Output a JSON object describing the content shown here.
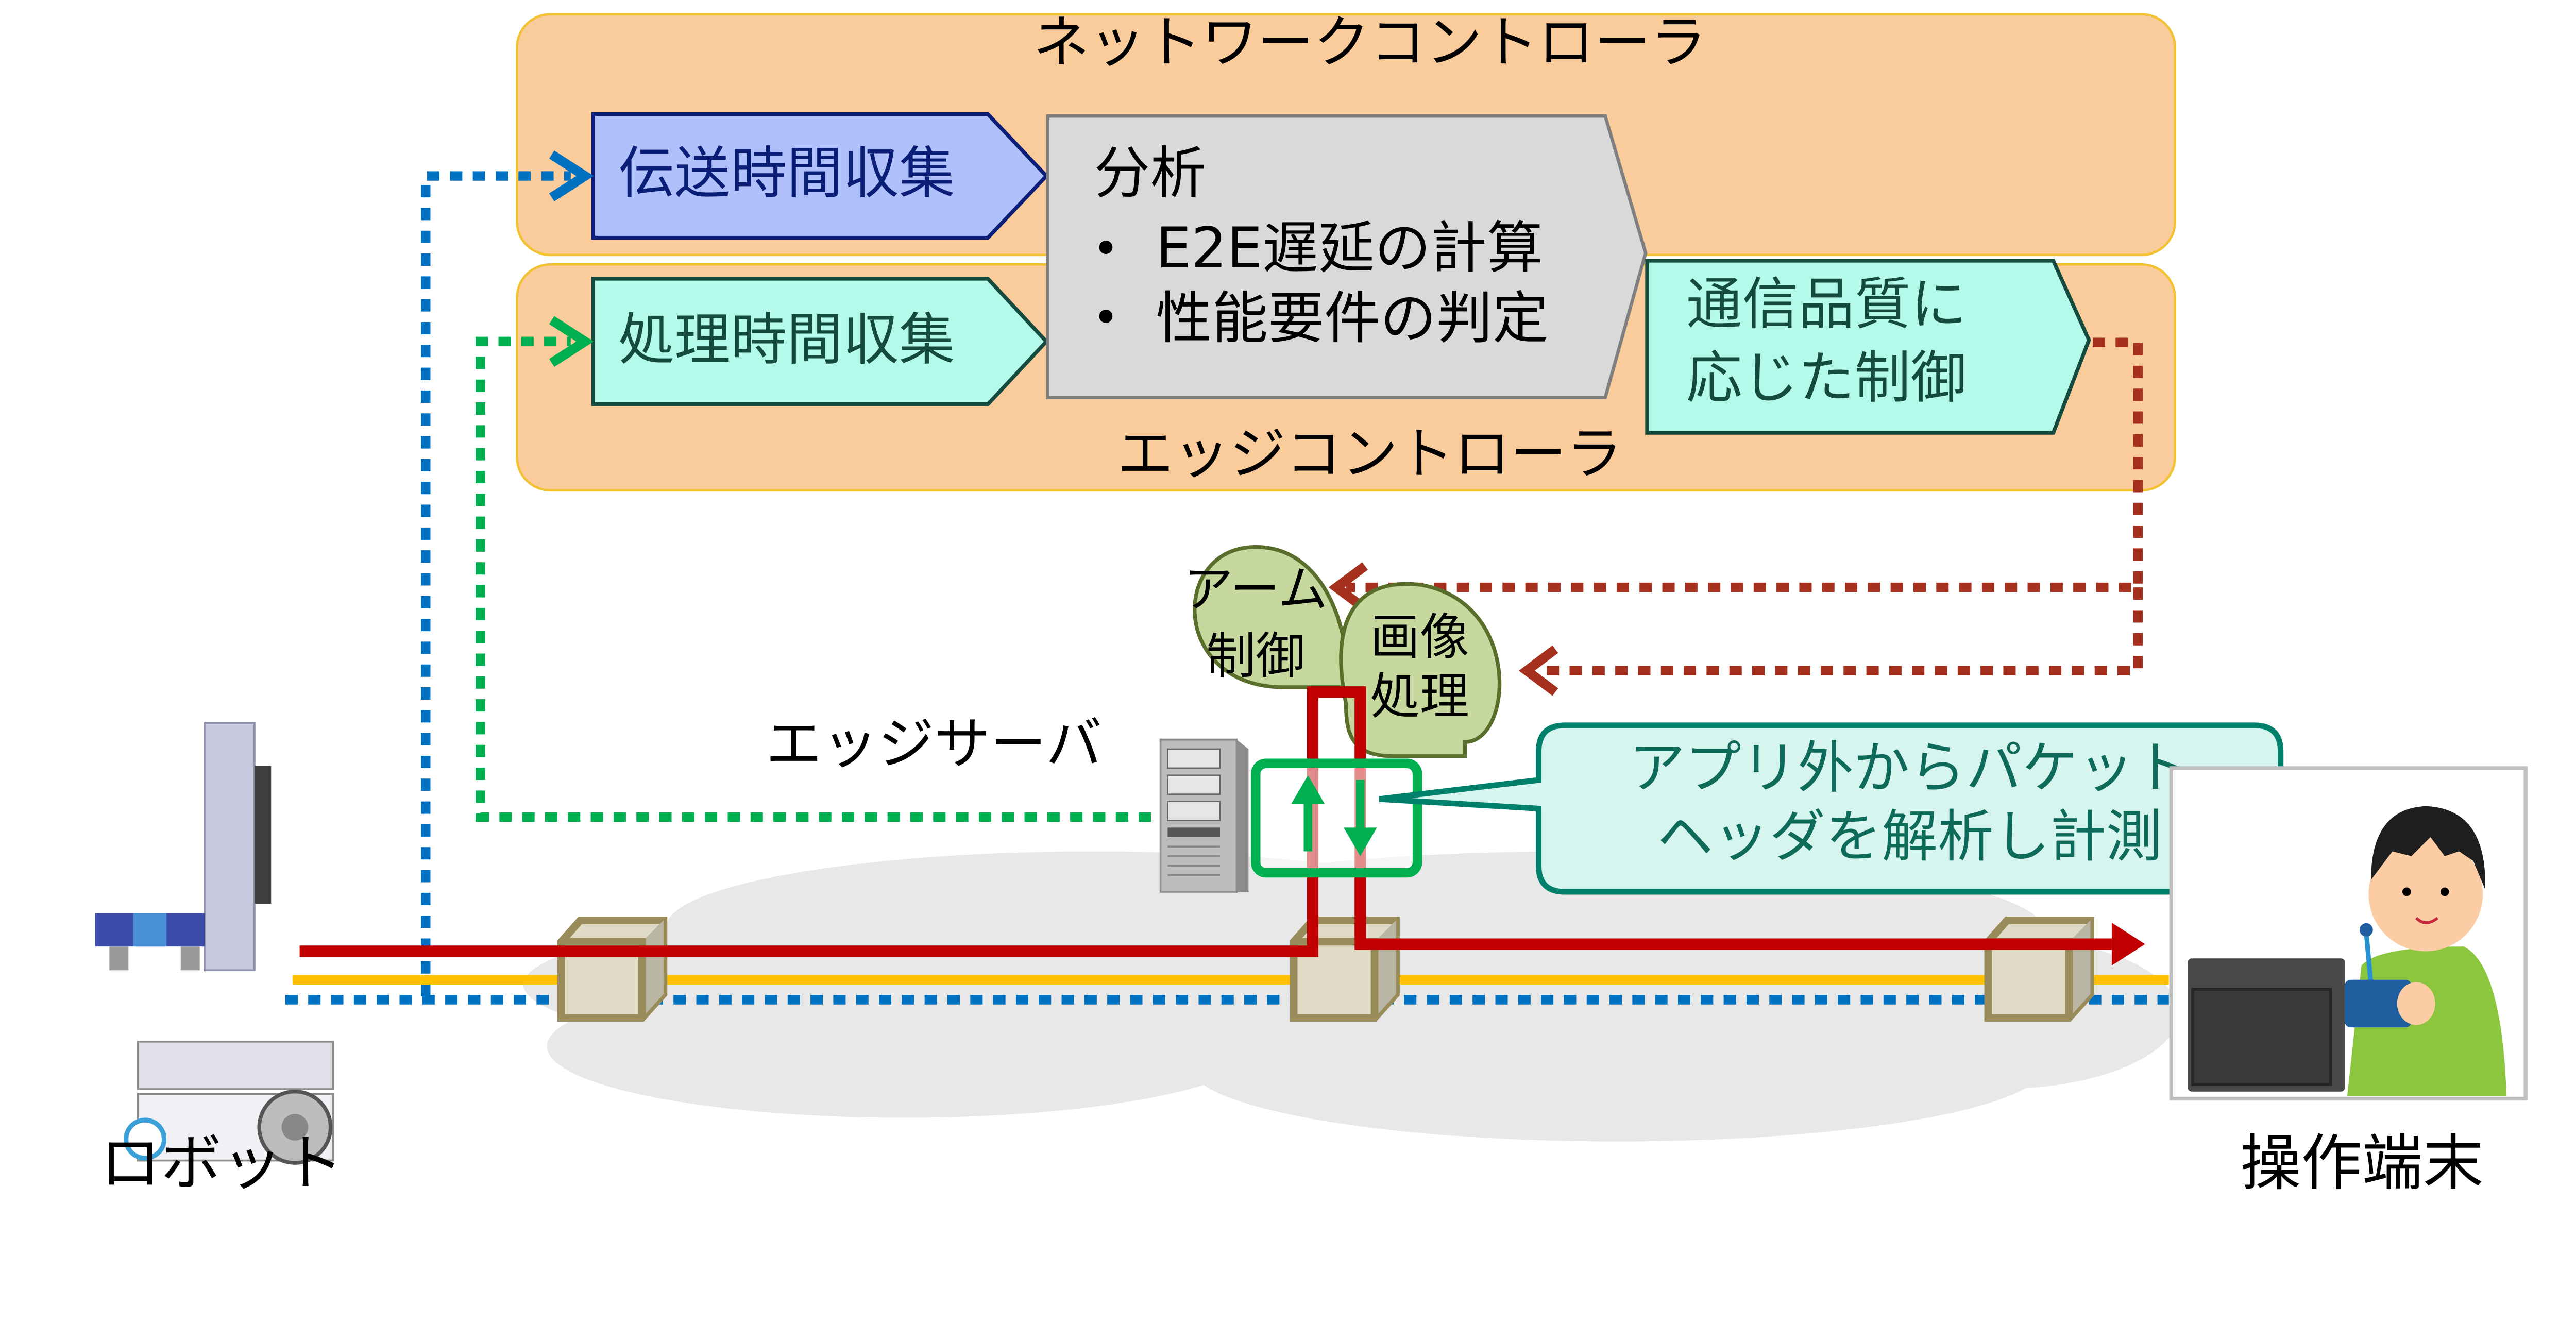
{
  "network_controller": {
    "title": "ネットワークコントローラ"
  },
  "edge_controller": {
    "title": "エッジコントローラ"
  },
  "blocks": {
    "transmission_collect": "伝送時間収集",
    "processing_collect": "処理時間収集",
    "analysis": {
      "title": "分析",
      "bullets": [
        "E2E遅延の計算",
        "性能要件の判定"
      ]
    },
    "qos_control": [
      "通信品質に",
      "応じた制御"
    ]
  },
  "apps": {
    "arm_control": [
      "アーム",
      "制御"
    ],
    "image_processing": [
      "画像",
      "処理"
    ]
  },
  "edge_server": {
    "label": "エッジサーバ"
  },
  "callout": {
    "lines": [
      "アプリ外からパケット",
      "ヘッダを解析し計測"
    ]
  },
  "endpoints": {
    "robot": "ロボット",
    "operator_terminal": "操作端末"
  },
  "colors": {
    "controller_bg": "#FACB9B",
    "controller_border": "#F2C233",
    "transmission_fill": "#B0C0FA",
    "transmission_border": "#0A1E78",
    "processing_fill": "#B4FAEB",
    "processing_border": "#154A3E",
    "analysis_fill": "#D9D9D9",
    "app_fill": "#C6D89E",
    "app_border": "#5A6E2C",
    "callout_fill": "#D6F5EE",
    "callout_border": "#00806A",
    "data_path": "#C00000",
    "link": "#FFC000",
    "blue_dotted": "#0070C0",
    "green_dotted": "#00B050",
    "control_dotted": "#A5301E",
    "switch": "#9A8C5A"
  }
}
